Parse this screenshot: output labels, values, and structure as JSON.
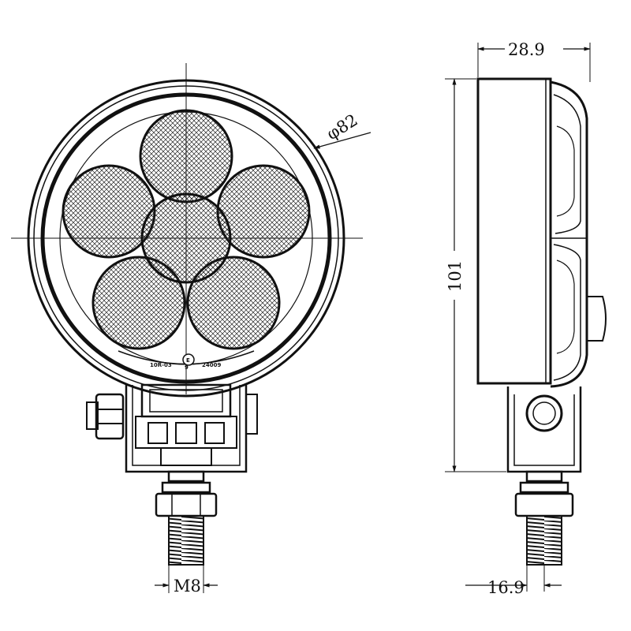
{
  "dimensions": {
    "diameter": "φ82",
    "depth": "28.9",
    "height": "101",
    "bracket_width": "16.9",
    "thread": "M8"
  },
  "lens_marks": {
    "left_code": "10R-03",
    "emark": "E",
    "emark_sub": "9",
    "right_code": "24009"
  },
  "colors": {
    "line": "#111111",
    "background": "#ffffff"
  }
}
